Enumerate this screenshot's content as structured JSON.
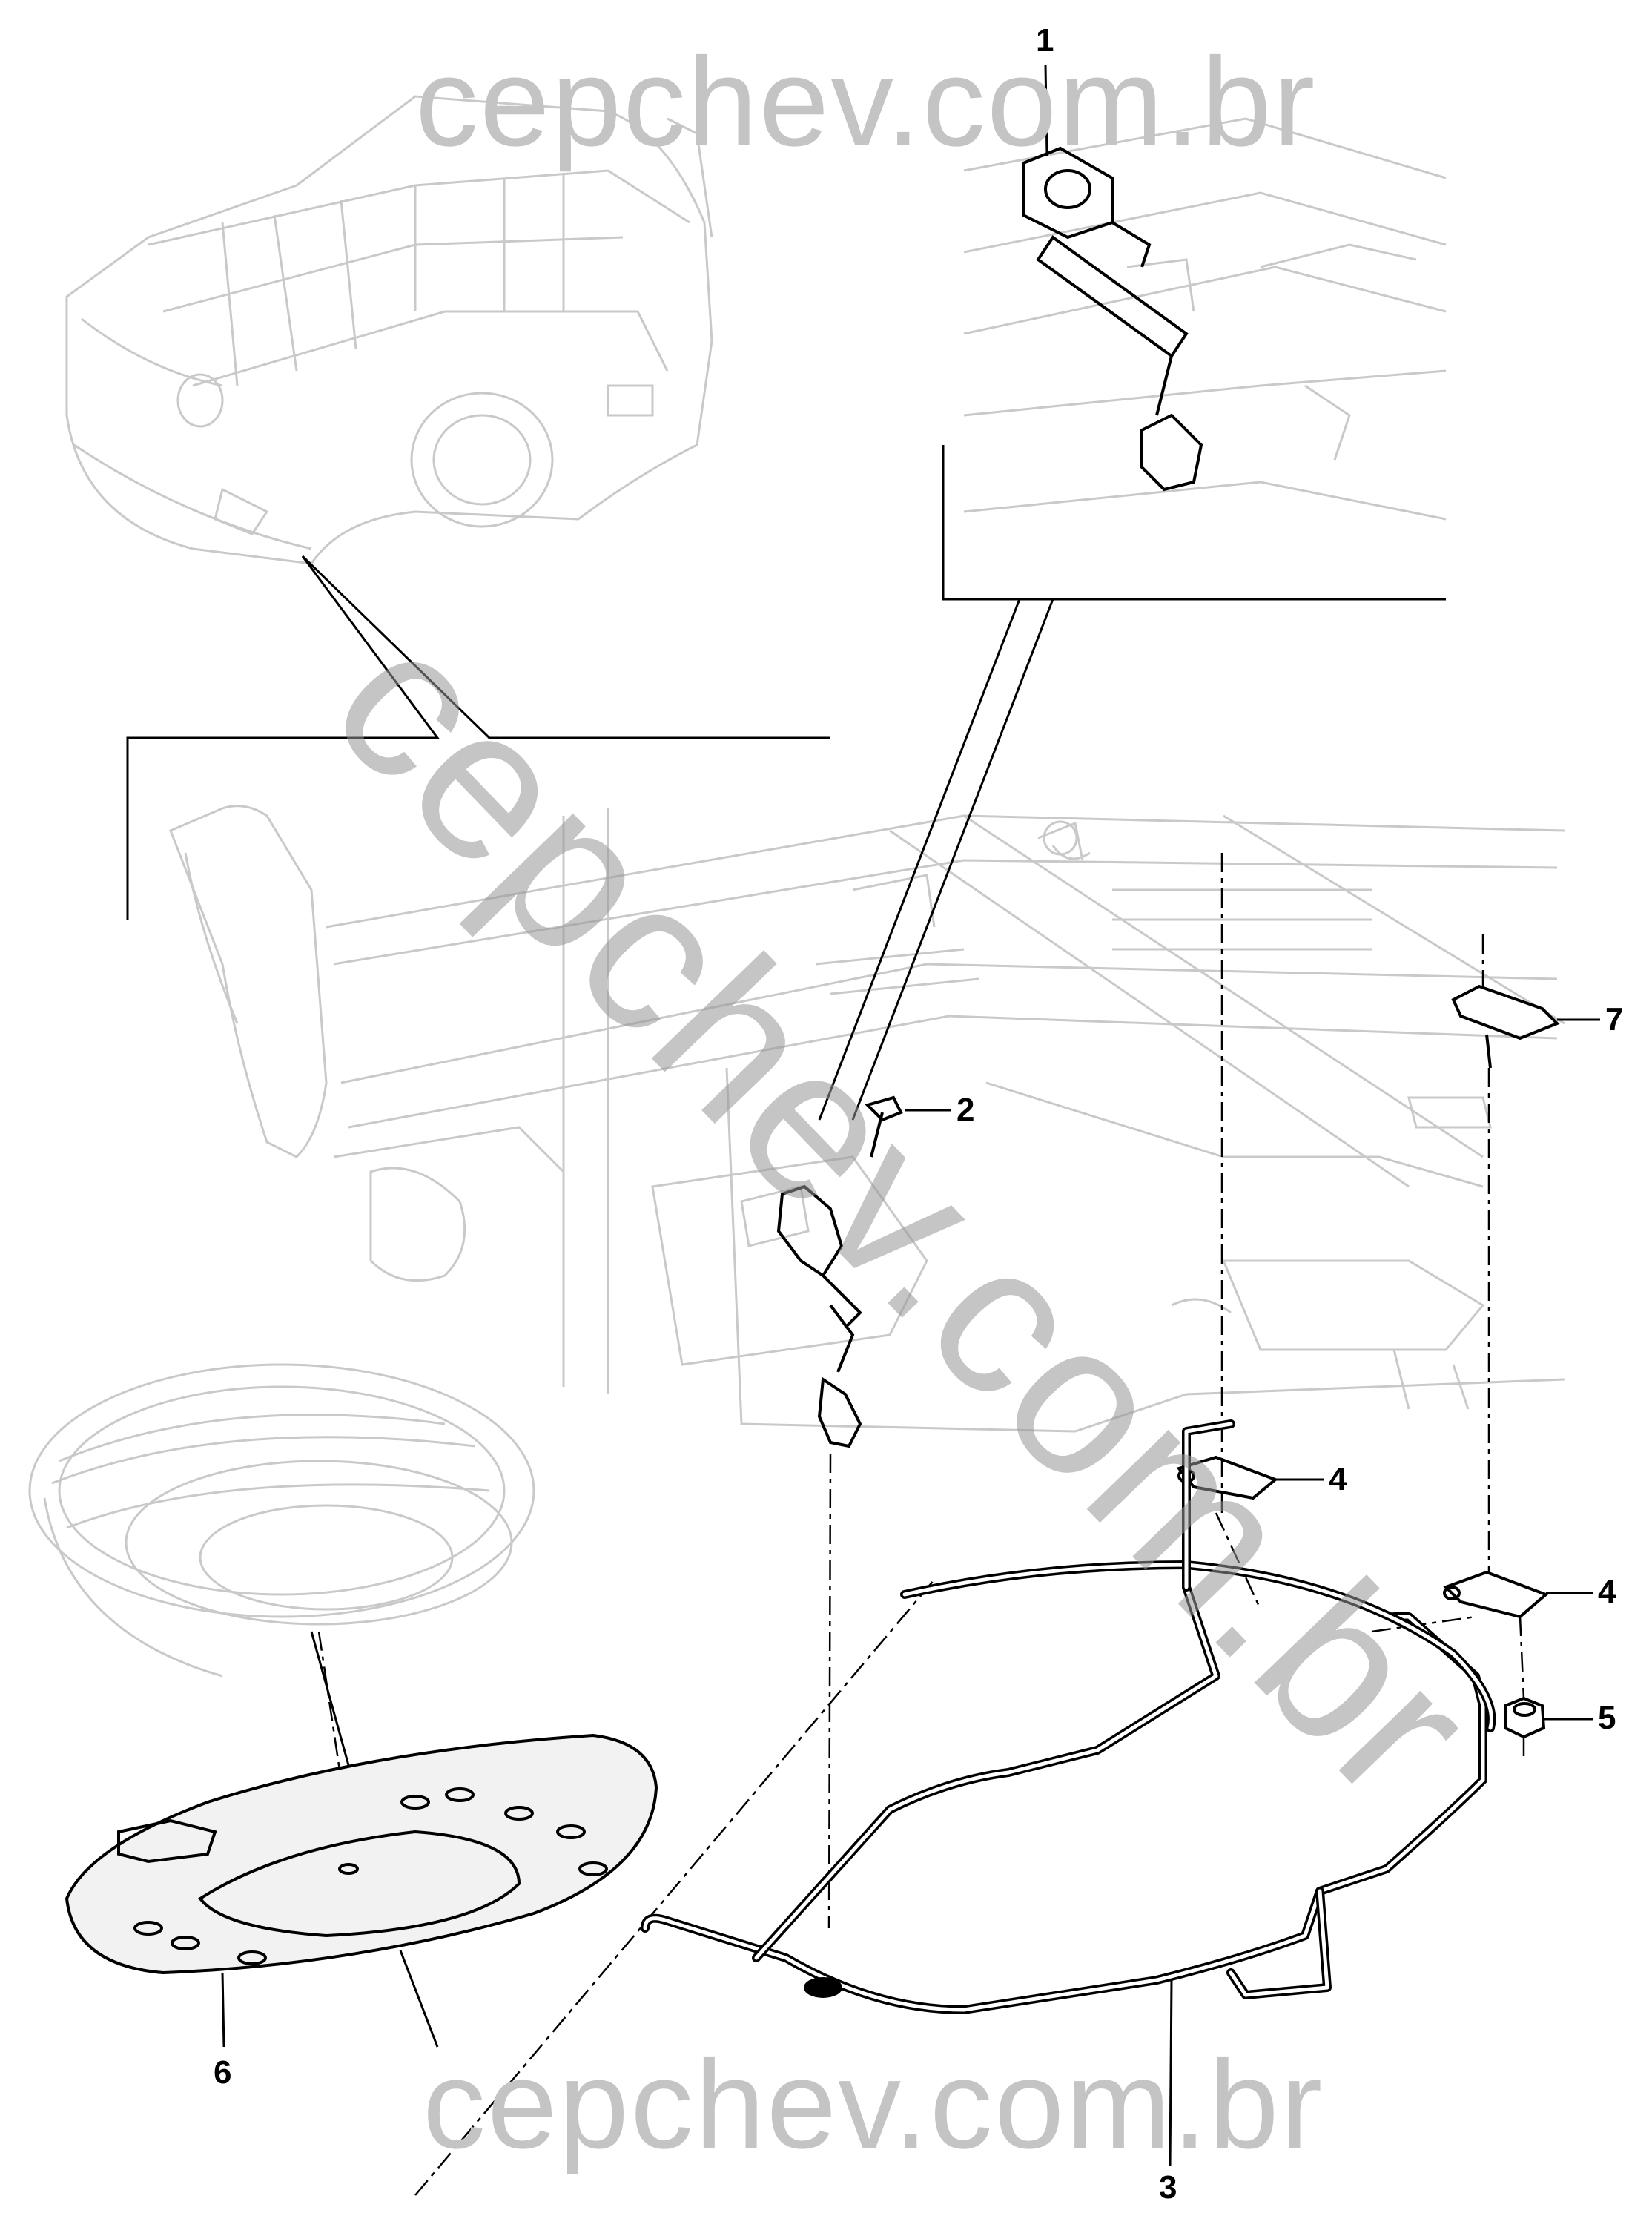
{
  "watermarks": {
    "top": "cepchev.com.br",
    "diagonal": "cepchev.com.br",
    "bottom": "cepchev.com.br"
  },
  "callouts": [
    "1",
    "2",
    "7",
    "4",
    "4",
    "5",
    "6",
    "3"
  ],
  "colors": {
    "line": "#000000",
    "ghost": "#c9c9c9",
    "watermark": "#c4c4c4"
  }
}
